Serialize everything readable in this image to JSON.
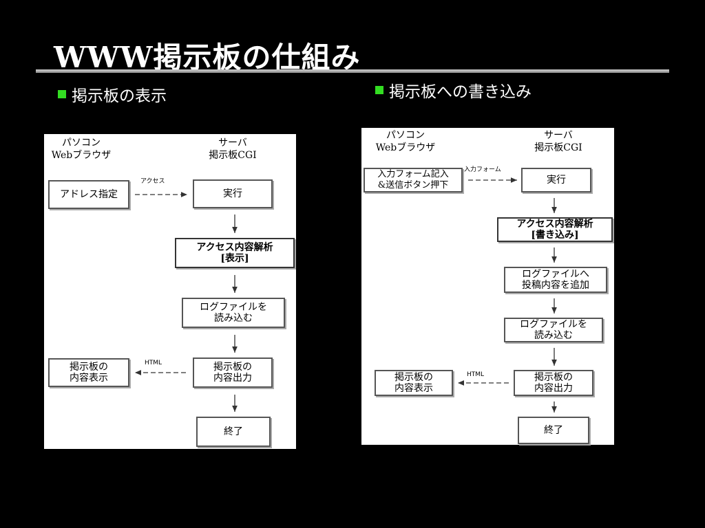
{
  "slide": {
    "title": "WWW掲示板の仕組み"
  },
  "left": {
    "heading": "掲示板の表示",
    "client_header": "パソコン\nWebブラウザ",
    "server_header": "サーバ\n掲示板CGI",
    "boxes": {
      "address": "アドレス指定",
      "exec": "実行",
      "analyze": "アクセス内容解析\n[表示]",
      "read_log": "ログファイルを\n読み込む",
      "output": "掲示板の\n内容出力",
      "display": "掲示板の\n内容表示",
      "end": "終了"
    },
    "labels": {
      "access": "アクセス",
      "html": "HTML"
    }
  },
  "right": {
    "heading": "掲示板への書き込み",
    "client_header": "パソコン\nWebブラウザ",
    "server_header": "サーバ\n掲示板CGI",
    "boxes": {
      "form": "入力フォーム記入\n&送信ボタン押下",
      "exec": "実行",
      "analyze": "アクセス内容解析\n[書き込み]",
      "append_log": "ログファイルへ\n投稿内容を追加",
      "read_log": "ログファイルを\n読み込む",
      "output": "掲示板の\n内容出力",
      "display": "掲示板の\n内容表示",
      "end": "終了"
    },
    "labels": {
      "form": "入力フォーム",
      "html": "HTML"
    }
  }
}
